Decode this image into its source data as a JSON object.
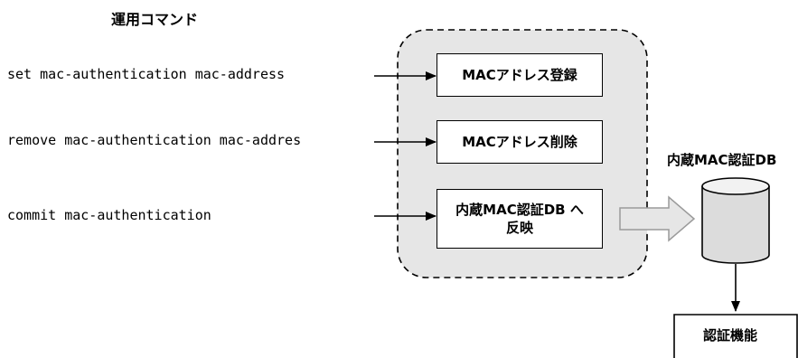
{
  "commands_heading": "運用コマンド",
  "commands": [
    "set mac-authentication mac-address",
    "remove mac-authentication mac-addres",
    "commit mac-authentication"
  ],
  "operations": [
    "MACアドレス登録",
    "MACアドレス削除",
    "内蔵MAC認証DB へ\n反映"
  ],
  "database_label": "内蔵MAC認証DB",
  "auth_function": "認証機能"
}
